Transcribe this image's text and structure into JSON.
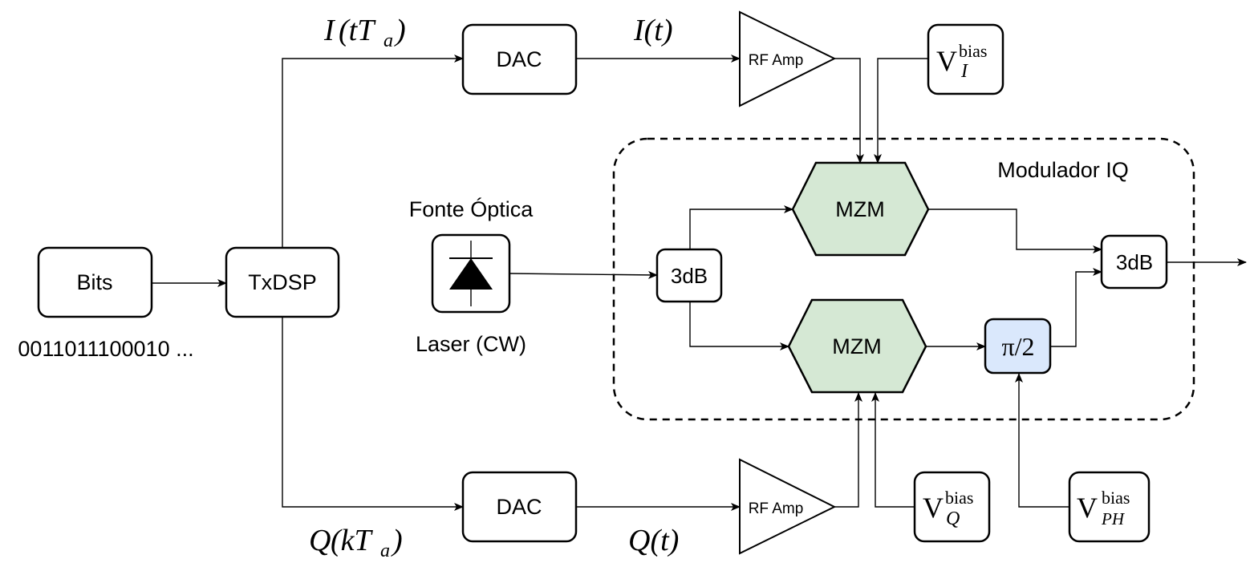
{
  "blocks": {
    "bits": "Bits",
    "bit_sequence": "0011011100010 ...",
    "txdsp": "TxDSP",
    "dac_top": "DAC",
    "dac_bottom": "DAC",
    "amp_top": "RF Amp",
    "amp_bottom": "RF Amp",
    "source_title": "Fonte Óptica",
    "source_subtitle": "Laser (CW)",
    "coupler_in": "3dB",
    "coupler_out": "3dB",
    "mzm_top": "MZM",
    "mzm_bottom": "MZM",
    "phase_shift": "π/2",
    "modulator_label": "Modulador IQ"
  },
  "signals": {
    "i_sampled_base": "I",
    "i_sampled_arg": "(tT",
    "i_sampled_sub": "a",
    "i_sampled_close": ")",
    "i_cont": "I(t)",
    "q_sampled_base": "Q",
    "q_sampled_arg": "(kT",
    "q_sampled_sub": "a",
    "q_sampled_close": ")",
    "q_cont": "Q(t)"
  },
  "bias": {
    "base": "V",
    "sup": "bias",
    "sub_i": "I",
    "sub_q": "Q",
    "sub_ph": "PH"
  }
}
